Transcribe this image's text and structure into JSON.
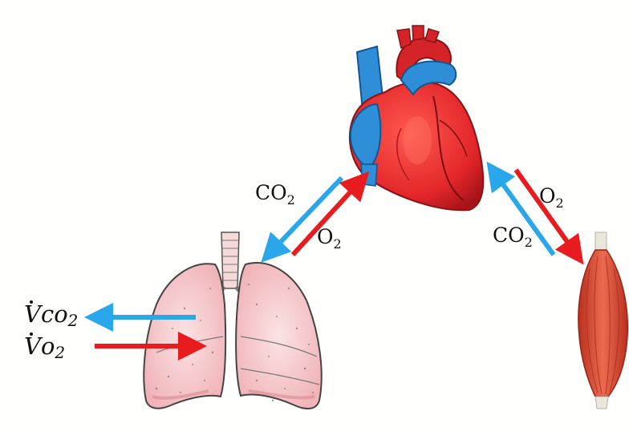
{
  "labels": {
    "heart_lungs_co2": "CO",
    "heart_lungs_o2": "O",
    "heart_muscle_o2": "O",
    "heart_muscle_co2": "CO",
    "subscript_2": "2",
    "vco2_symbol": "V",
    "vco2_gas": "co",
    "vo2_symbol": "V",
    "vo2_gas": "o"
  },
  "colors": {
    "co2_arrow": "#2aa6ea",
    "o2_arrow": "#e81c1f",
    "heart_red": "#e3262a",
    "heart_blue": "#2e8fd8",
    "lung_pink": "#f5c9cc",
    "muscle_red": "#d9412f"
  },
  "icons": {
    "heart": "heart-icon",
    "lungs": "lungs-icon",
    "muscle": "muscle-icon"
  }
}
